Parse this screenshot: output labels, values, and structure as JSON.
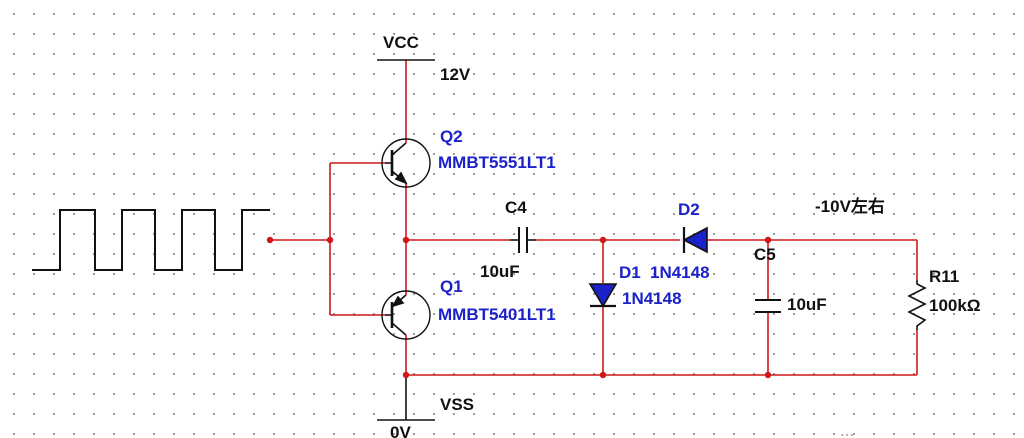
{
  "circuit": {
    "supply": {
      "name": "VCC",
      "value": "12V"
    },
    "ground": {
      "name": "VSS",
      "value": "0V"
    },
    "q2": {
      "ref": "Q2",
      "part": "MMBT5551LT1"
    },
    "q1": {
      "ref": "Q1",
      "part": "MMBT5401LT1"
    },
    "c4": {
      "ref": "C4",
      "value": "10uF"
    },
    "c5": {
      "ref": "C5",
      "value": "10uF"
    },
    "d1": {
      "ref": "D1",
      "part": "1N4148"
    },
    "d2": {
      "ref": "D2",
      "part": "1N4148"
    },
    "r11": {
      "ref": "R11",
      "value": "100kΩ"
    },
    "output_note": "-10V左右"
  },
  "watermark": "..."
}
